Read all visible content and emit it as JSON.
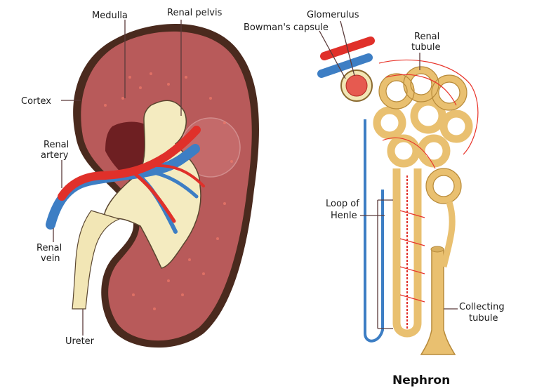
{
  "kidney": {
    "labels": {
      "medulla": "Medulla",
      "renal_pelvis": "Renal pelvis",
      "cortex": "Cortex",
      "renal_artery_1": "Renal",
      "renal_artery_2": "artery",
      "renal_vein_1": "Renal",
      "renal_vein_2": "vein",
      "ureter": "Ureter"
    }
  },
  "nephron": {
    "title": "Nephron",
    "labels": {
      "glomerulus": "Glomerulus",
      "bowmans_capsule": "Bowman's capsule",
      "renal_tubule_1": "Renal",
      "renal_tubule_2": "tubule",
      "loop_of_henle_1": "Loop of",
      "loop_of_henle_2": "Henle",
      "collecting_tubule_1": "Collecting",
      "collecting_tubule_2": "tubule"
    }
  },
  "colors": {
    "kidney_outline": "#4a2a1e",
    "cortex": "#b85a5a",
    "medulla_dark": "#6e1f22",
    "pelvis": "#f4ebc0",
    "ureter": "#f2e6b5",
    "artery": "#e0302a",
    "vein": "#3d7ec4",
    "tubule": "#e9c070",
    "tubule_stroke": "#b78a3a",
    "capillary": "#e8342a"
  }
}
